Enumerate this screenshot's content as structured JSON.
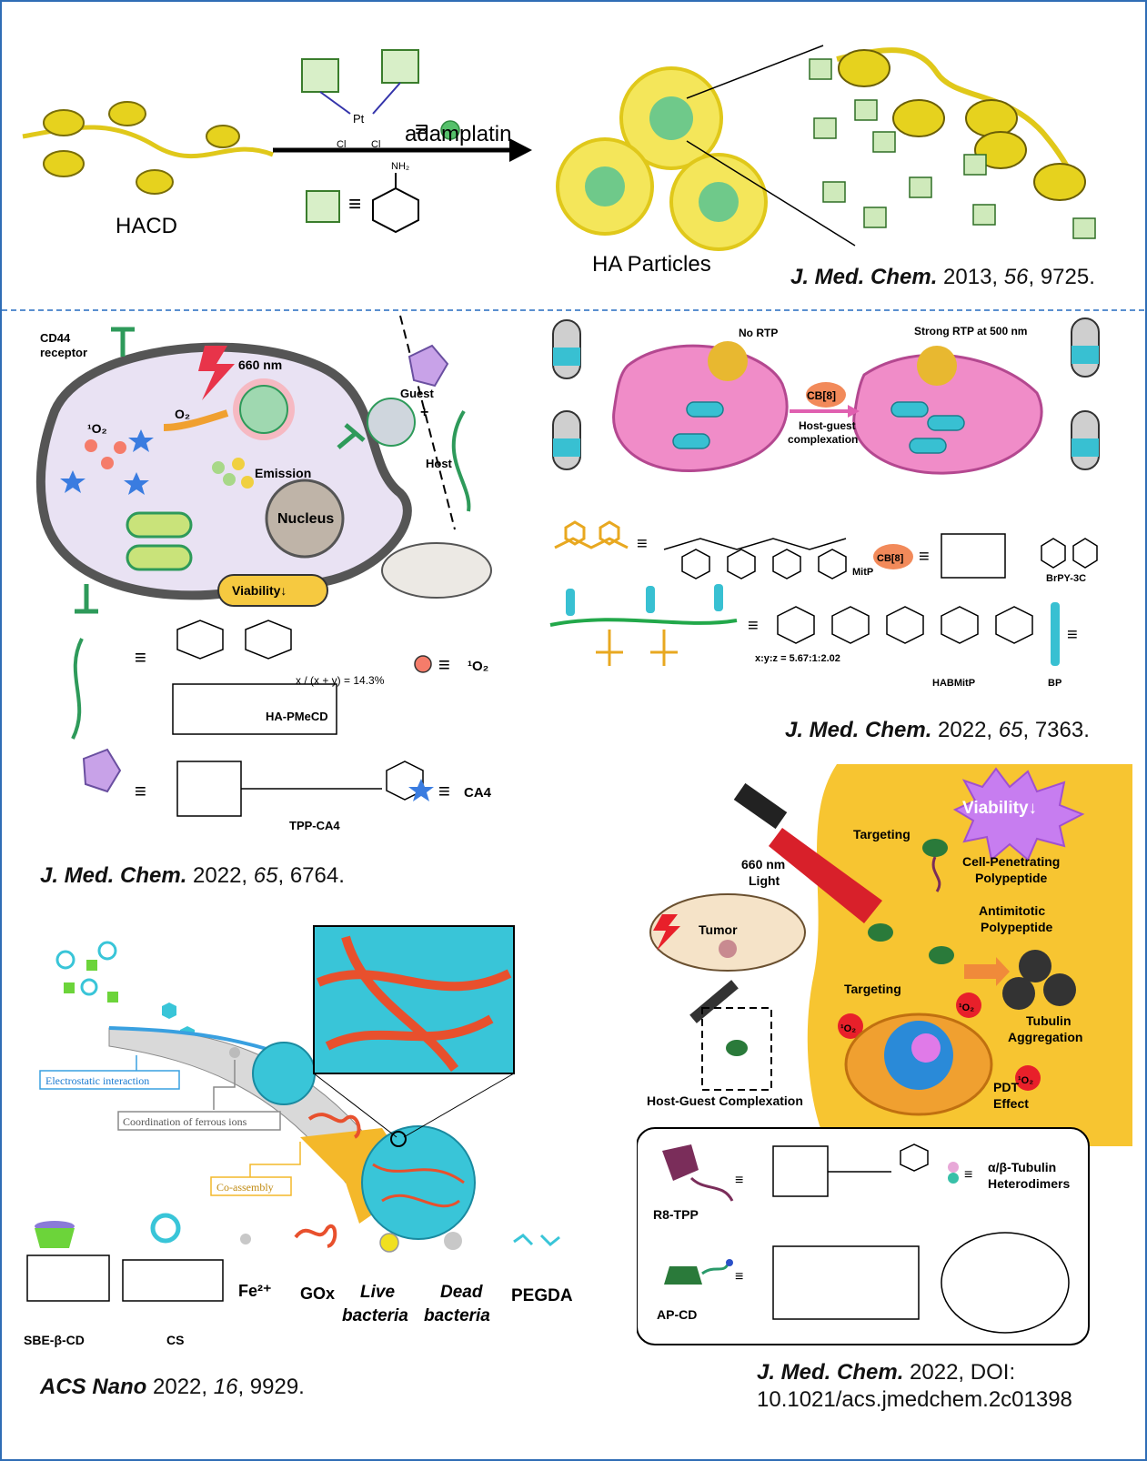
{
  "colors": {
    "frame": "#2f6db5",
    "hacd_yellow": "#e6d21e",
    "adamplatin_green": "#55c06a",
    "cell_purple": "#e9e2f3",
    "cell_pink": "#f08cc8",
    "cs_cyan": "#39c5d8",
    "gox_red": "#e8502d",
    "tumor_yellow": "#f7c531",
    "r8tpp_purple": "#7a2d5a"
  },
  "panel1": {
    "hacd_label": "HACD",
    "adamplatin_label": "adamplatin",
    "equiv": "≡",
    "particles_label": "HA Particles",
    "pt_label": "Pt",
    "cl_label": "Cl",
    "nh2_label": "NH₂",
    "cite": {
      "journal": "J. Med. Chem.",
      "year": " 2013, ",
      "vol": "56",
      "page": ", 9725."
    }
  },
  "panel2": {
    "cd44": "CD44",
    "receptor": "receptor",
    "nm660": "660 nm",
    "o2": "O₂",
    "singlet_o2": "¹O₂",
    "emission": "Emission",
    "nucleus": "Nucleus",
    "viability": "Viability↓",
    "guest": "Guest",
    "host": "Host",
    "plus": "+",
    "ratio": "x / (x + y) = 14.3%",
    "ha_pmecd": "HA-PMeCD",
    "singlet_legend": "¹O₂",
    "tpp_ca4": "TPP-CA4",
    "ca4": "CA4",
    "cite": {
      "journal": "J. Med. Chem.",
      "year": " 2022, ",
      "vol": "65",
      "page": ", 6764."
    }
  },
  "panel3": {
    "no_rtp": "No RTP",
    "strong_rtp": "Strong RTP at 500 nm",
    "cb8": "CB[8]",
    "hg_line1": "Host-guest",
    "hg_line2": "complexation",
    "mitp": "MitP",
    "brpy": "BrPY-3C",
    "ratio": "x:y:z = 5.67:1:2.02",
    "habmitp": "HABMitP",
    "bp": "BP",
    "cite": {
      "journal": "J. Med. Chem.",
      "year": " 2022, ",
      "vol": "65",
      "page": ", 7363."
    }
  },
  "panel4": {
    "electrostatic": "Electrostatic interaction",
    "coordination": "Coordination of ferrous ions",
    "coassembly": "Co-assembly",
    "sbe": "SBE-β-CD",
    "cs": "CS",
    "fe": "Fe²⁺",
    "gox": "GOx",
    "live1": "Live",
    "live2": "bacteria",
    "dead1": "Dead",
    "dead2": "bacteria",
    "pegda": "PEGDA",
    "cite": {
      "journal": "ACS Nano",
      "year": " 2022, ",
      "vol": "16",
      "page": ", 9929."
    }
  },
  "panel5": {
    "viability": "Viability↓",
    "targeting1": "Targeting",
    "light1": "660 nm",
    "light2": "Light",
    "cpp1": "Cell-Penetrating",
    "cpp2": "Polypeptide",
    "anti1": "Antimitotic",
    "anti2": "Polypeptide",
    "tumor": "Tumor",
    "targeting2": "Targeting",
    "o2": "¹O₂",
    "tub1": "Tubulin",
    "tub2": "Aggregation",
    "pdt1": "PDT",
    "pdt2": "Effect",
    "hgc": "Host-Guest Complexation",
    "r8tpp": "R8-TPP",
    "tubulin_legend1": "α/β-Tubulin",
    "tubulin_legend2": "Heterodimers",
    "apcd": "AP-CD",
    "cite_line1": {
      "journal": "J. Med. Chem.",
      "rest": " 2022, DOI:"
    },
    "cite_line2": "10.1021/acs.jmedchem.2c01398"
  }
}
